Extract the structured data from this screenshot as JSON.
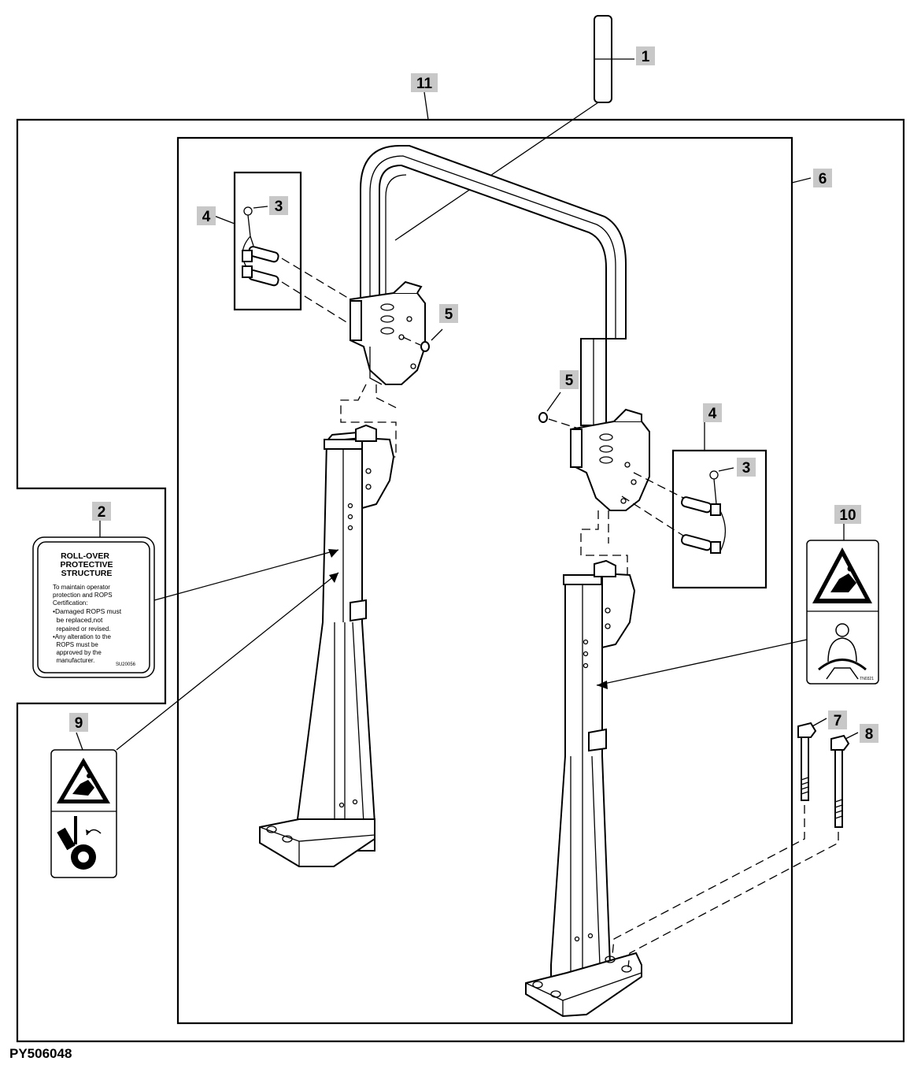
{
  "figure_id": "PY506048",
  "callouts": {
    "c1": "1",
    "c2": "2",
    "c3a": "3",
    "c3b": "3",
    "c4a": "4",
    "c4b": "4",
    "c5a": "5",
    "c5b": "5",
    "c6": "6",
    "c7": "7",
    "c8": "8",
    "c9": "9",
    "c10": "10",
    "c11": "11"
  },
  "rops_decal": {
    "title_line1": "ROLL-OVER",
    "title_line2": "PROTECTIVE",
    "title_line3": "STRUCTURE",
    "body_lines": [
      "To maintain operator",
      "protection and ROPS",
      "Certification:",
      "•Damaged ROPS must",
      "  be replaced,not",
      "  repaired or revised.",
      "•Any alteration to the",
      "  ROPS must be",
      "  approved by the",
      "  manufacturer."
    ],
    "part_code": "SU20056"
  },
  "decal10_code": "TN0321",
  "icons": {
    "decal9_top": "rollover-warning-icon",
    "decal9_bottom": "rops-fold-tractor-icon",
    "decal10_top": "rollover-warning-icon",
    "decal10_bottom": "seat-belt-icon"
  },
  "colors": {
    "label_fill": "#c8c8c8",
    "line": "#000000",
    "background": "#ffffff"
  }
}
